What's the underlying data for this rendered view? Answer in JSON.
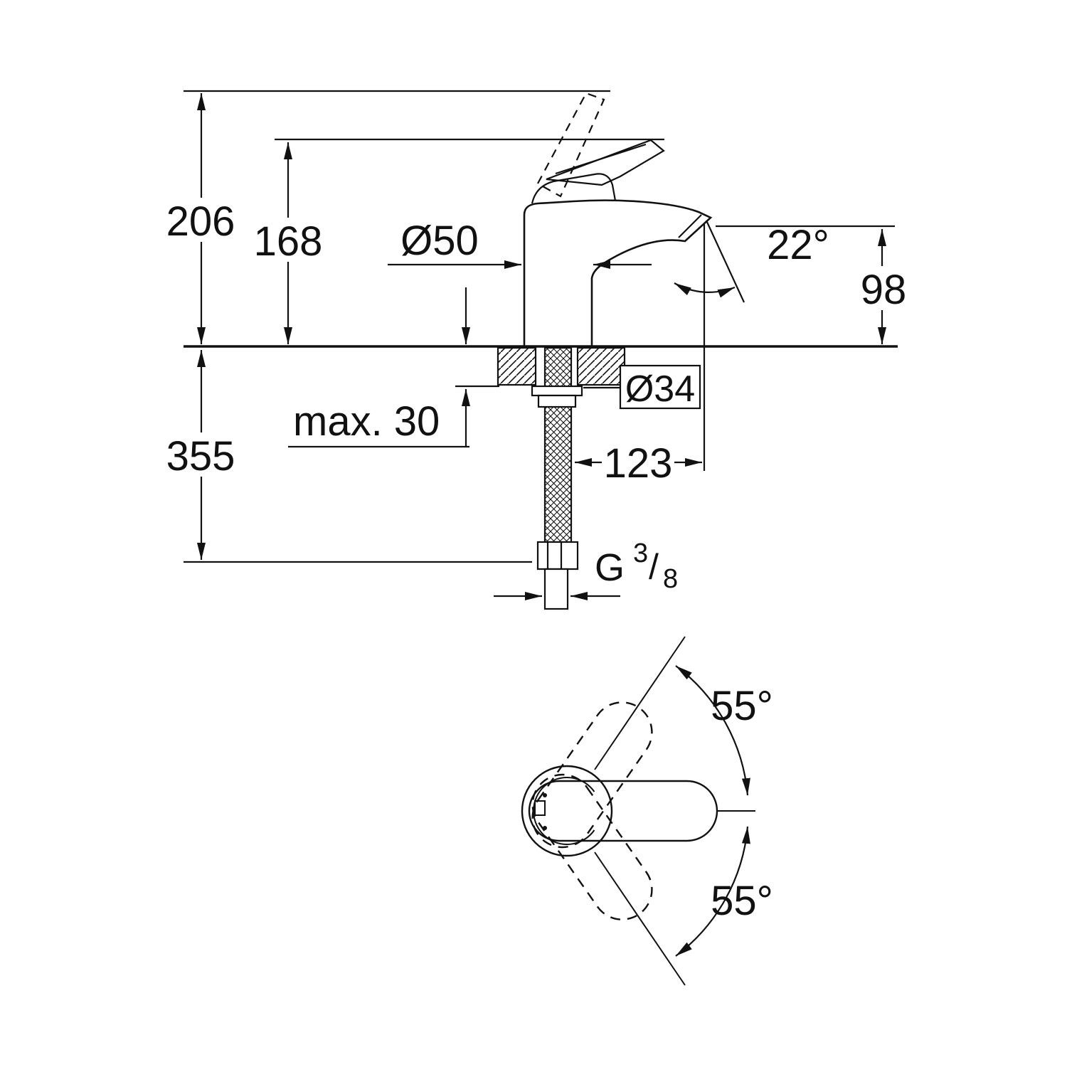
{
  "drawing": {
    "line_color": "#111111",
    "background_color": "#ffffff"
  },
  "dimensions": {
    "total_height": "206",
    "lever_height": "168",
    "base_diameter": "Ø50",
    "spout_angle": "22°",
    "spout_height": "98",
    "hole_diameter": "Ø34",
    "max_deck_thickness": "max. 30",
    "length_below_deck": "355",
    "spout_reach": "123",
    "thread_letter": "G",
    "thread_numerator": "3",
    "thread_slash": "/",
    "thread_denominator": "8",
    "swivel_angle_upper": "55°",
    "swivel_angle_lower": "55°"
  }
}
